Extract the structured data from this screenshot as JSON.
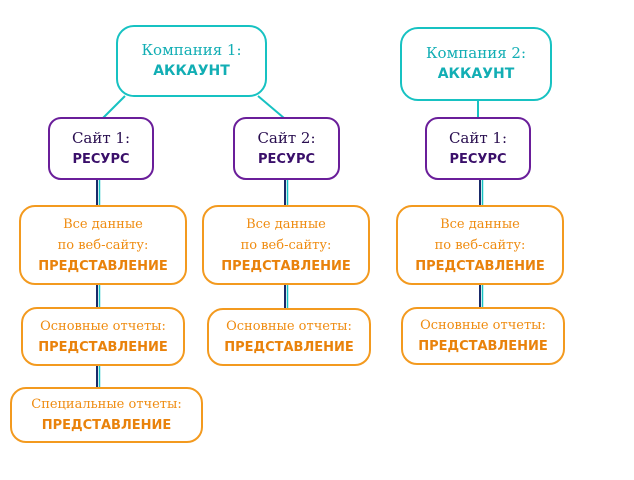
{
  "nodes": {
    "company1": {
      "title": "Компания 1:",
      "type": "АККАУНТ"
    },
    "company2": {
      "title": "Компания 2:",
      "type": "АККАУНТ"
    },
    "c1_site1": {
      "title": "Сайт 1:",
      "type": "РЕСУРС"
    },
    "c1_site2": {
      "title": "Сайт 2:",
      "type": "РЕСУРС"
    },
    "c2_site1": {
      "title": "Сайт 1:",
      "type": "РЕСУРС"
    },
    "c1s1_all": {
      "line1": "Все данные",
      "line2": "по веб-сайту:",
      "type": "ПРЕДСТАВЛЕНИЕ"
    },
    "c1s1_main": {
      "title": "Основные отчеты:",
      "type": "ПРЕДСТАВЛЕНИЕ"
    },
    "c1s1_custom": {
      "title": "Специальные отчеты:",
      "type": "ПРЕДСТАВЛЕНИЕ"
    },
    "c1s2_all": {
      "line1": "Все данные",
      "line2": "по веб-сайту:",
      "type": "ПРЕДСТАВЛЕНИЕ"
    },
    "c1s2_main": {
      "title": "Основные отчеты:",
      "type": "ПРЕДСТАВЛЕНИЕ"
    },
    "c2s1_all": {
      "line1": "Все данные",
      "line2": "по веб-сайту:",
      "type": "ПРЕДСТАВЛЕНИЕ"
    },
    "c2s1_main": {
      "title": "Основные отчеты:",
      "type": "ПРЕДСТАВЛЕНИЕ"
    }
  },
  "colors": {
    "account": "#17c2c2",
    "resource": "#6a1e9a",
    "view": "#f39a1f",
    "connector_dark": "#1a2a6a",
    "connector_light": "#17c2c2"
  }
}
